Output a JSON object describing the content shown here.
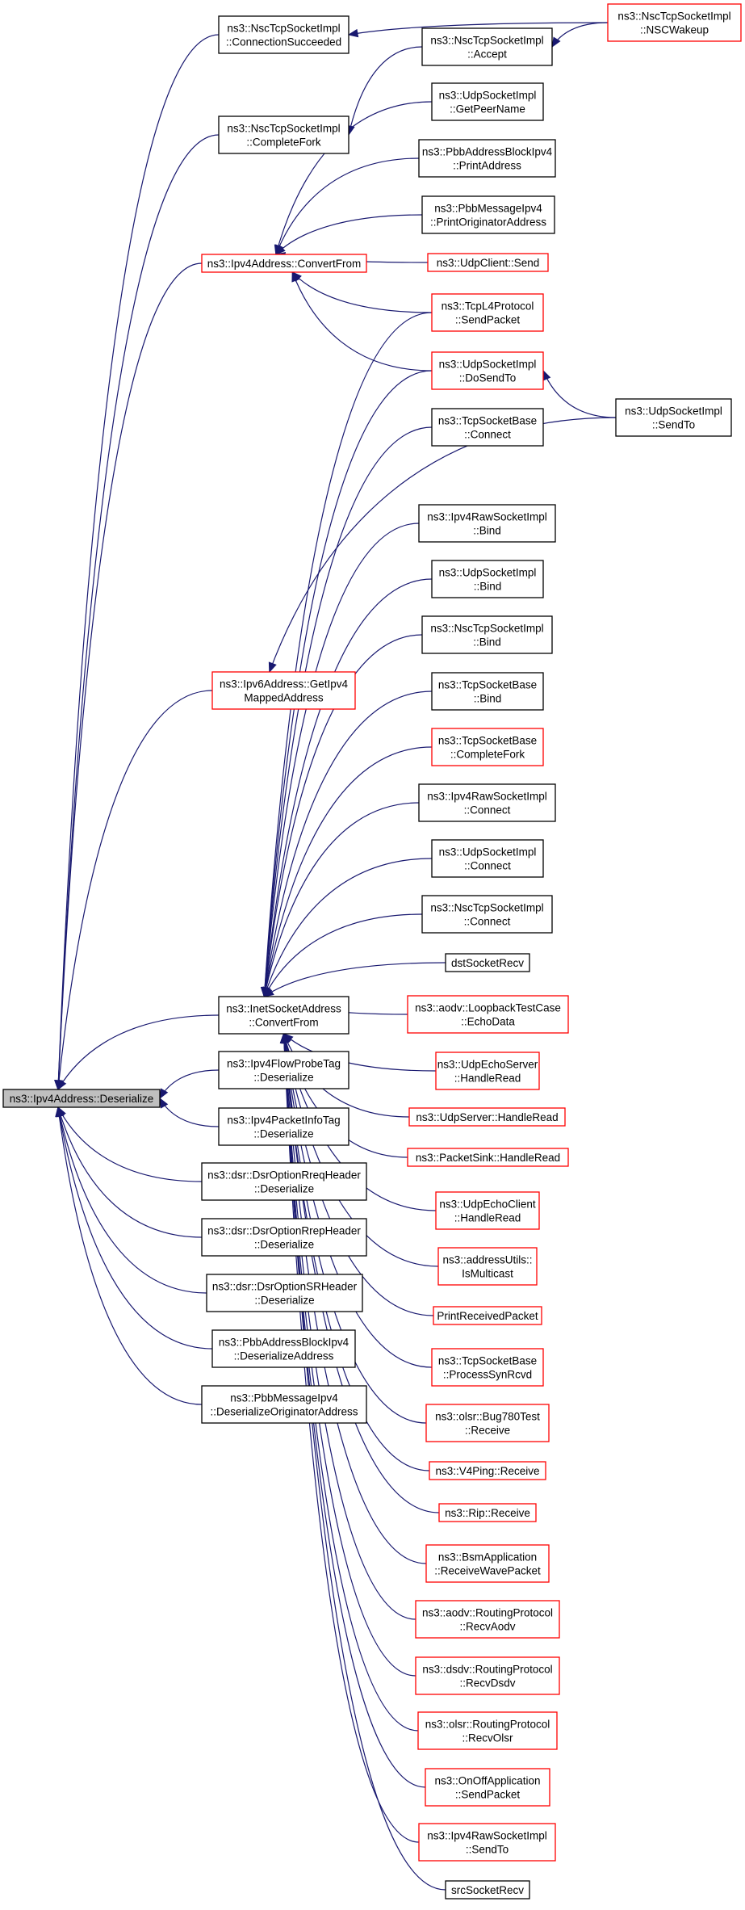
{
  "colors": {
    "edge": "#191970",
    "border_default": "#000000",
    "border_highlight": "#ff0000",
    "root_fill": "#bfbfbf",
    "node_fill": "#ffffff"
  },
  "nodes": [
    {
      "id": "root",
      "lines": [
        "ns3::Ipv4Address::Deserialize"
      ],
      "style": "root"
    },
    {
      "id": "nscConnSucc",
      "lines": [
        "ns3::NscTcpSocketImpl",
        "::ConnectionSucceeded"
      ],
      "style": "default"
    },
    {
      "id": "nscCompleteFork",
      "lines": [
        "ns3::NscTcpSocketImpl",
        "::CompleteFork"
      ],
      "style": "default"
    },
    {
      "id": "ipv4ConvertFrom",
      "lines": [
        "ns3::Ipv4Address::ConvertFrom"
      ],
      "style": "red"
    },
    {
      "id": "ipv6GetIpv4",
      "lines": [
        "ns3::Ipv6Address::GetIpv4",
        "MappedAddress"
      ],
      "style": "red"
    },
    {
      "id": "inetConvertFrom",
      "lines": [
        "ns3::InetSocketAddress",
        "::ConvertFrom"
      ],
      "style": "default"
    },
    {
      "id": "flowProbe",
      "lines": [
        "ns3::Ipv4FlowProbeTag",
        "::Deserialize"
      ],
      "style": "default"
    },
    {
      "id": "pktInfoTag",
      "lines": [
        "ns3::Ipv4PacketInfoTag",
        "::Deserialize"
      ],
      "style": "default"
    },
    {
      "id": "dsrRreq",
      "lines": [
        "ns3::dsr::DsrOptionRreqHeader",
        "::Deserialize"
      ],
      "style": "default"
    },
    {
      "id": "dsrRrep",
      "lines": [
        "ns3::dsr::DsrOptionRrepHeader",
        "::Deserialize"
      ],
      "style": "default"
    },
    {
      "id": "dsrSR",
      "lines": [
        "ns3::dsr::DsrOptionSRHeader",
        "::Deserialize"
      ],
      "style": "default"
    },
    {
      "id": "pbbAddrBlock",
      "lines": [
        "ns3::PbbAddressBlockIpv4",
        "::DeserializeAddress"
      ],
      "style": "default"
    },
    {
      "id": "pbbMsgIpv4",
      "lines": [
        "ns3::PbbMessageIpv4",
        "::DeserializeOriginatorAddress"
      ],
      "style": "default"
    },
    {
      "id": "nscAccept",
      "lines": [
        "ns3::NscTcpSocketImpl",
        "::Accept"
      ],
      "style": "default"
    },
    {
      "id": "udpGetPeer",
      "lines": [
        "ns3::UdpSocketImpl",
        "::GetPeerName"
      ],
      "style": "default"
    },
    {
      "id": "pbbPrintAddr",
      "lines": [
        "ns3::PbbAddressBlockIpv4",
        "::PrintAddress"
      ],
      "style": "default"
    },
    {
      "id": "pbbPrintOrig",
      "lines": [
        "ns3::PbbMessageIpv4",
        "::PrintOriginatorAddress"
      ],
      "style": "default"
    },
    {
      "id": "udpClientSend",
      "lines": [
        "ns3::UdpClient::Send"
      ],
      "style": "red"
    },
    {
      "id": "tcpL4Send",
      "lines": [
        "ns3::TcpL4Protocol",
        "::SendPacket"
      ],
      "style": "red"
    },
    {
      "id": "udpDoSendTo",
      "lines": [
        "ns3::UdpSocketImpl",
        "::DoSendTo"
      ],
      "style": "red"
    },
    {
      "id": "tcpBaseConnect",
      "lines": [
        "ns3::TcpSocketBase",
        "::Connect"
      ],
      "style": "default"
    },
    {
      "id": "ipv4RawBind",
      "lines": [
        "ns3::Ipv4RawSocketImpl",
        "::Bind"
      ],
      "style": "default"
    },
    {
      "id": "udpBind",
      "lines": [
        "ns3::UdpSocketImpl",
        "::Bind"
      ],
      "style": "default"
    },
    {
      "id": "nscBind",
      "lines": [
        "ns3::NscTcpSocketImpl",
        "::Bind"
      ],
      "style": "default"
    },
    {
      "id": "tcpBaseBind",
      "lines": [
        "ns3::TcpSocketBase",
        "::Bind"
      ],
      "style": "default"
    },
    {
      "id": "tcpBaseCompleteFork",
      "lines": [
        "ns3::TcpSocketBase",
        "::CompleteFork"
      ],
      "style": "red"
    },
    {
      "id": "ipv4RawConnect",
      "lines": [
        "ns3::Ipv4RawSocketImpl",
        "::Connect"
      ],
      "style": "default"
    },
    {
      "id": "udpConnect",
      "lines": [
        "ns3::UdpSocketImpl",
        "::Connect"
      ],
      "style": "default"
    },
    {
      "id": "nscConnect",
      "lines": [
        "ns3::NscTcpSocketImpl",
        "::Connect"
      ],
      "style": "default"
    },
    {
      "id": "dstSocketRecv",
      "lines": [
        "dstSocketRecv"
      ],
      "style": "default"
    },
    {
      "id": "aodvEcho",
      "lines": [
        "ns3::aodv::LoopbackTestCase",
        "::EchoData"
      ],
      "style": "red"
    },
    {
      "id": "udpEchoServer",
      "lines": [
        "ns3::UdpEchoServer",
        "::HandleRead"
      ],
      "style": "red"
    },
    {
      "id": "udpServerHR",
      "lines": [
        "ns3::UdpServer::HandleRead"
      ],
      "style": "red"
    },
    {
      "id": "pktSinkHR",
      "lines": [
        "ns3::PacketSink::HandleRead"
      ],
      "style": "red"
    },
    {
      "id": "udpEchoClient",
      "lines": [
        "ns3::UdpEchoClient",
        "::HandleRead"
      ],
      "style": "red"
    },
    {
      "id": "addrUtils",
      "lines": [
        "ns3::addressUtils::",
        "IsMulticast"
      ],
      "style": "red"
    },
    {
      "id": "printRecv",
      "lines": [
        "PrintReceivedPacket"
      ],
      "style": "red"
    },
    {
      "id": "tcpBaseSynRcvd",
      "lines": [
        "ns3::TcpSocketBase",
        "::ProcessSynRcvd"
      ],
      "style": "red"
    },
    {
      "id": "olsrBug",
      "lines": [
        "ns3::olsr::Bug780Test",
        "::Receive"
      ],
      "style": "red"
    },
    {
      "id": "v4Ping",
      "lines": [
        "ns3::V4Ping::Receive"
      ],
      "style": "red"
    },
    {
      "id": "ripRecv",
      "lines": [
        "ns3::Rip::Receive"
      ],
      "style": "red"
    },
    {
      "id": "bsmApp",
      "lines": [
        "ns3::BsmApplication",
        "::ReceiveWavePacket"
      ],
      "style": "red"
    },
    {
      "id": "aodvRecv",
      "lines": [
        "ns3::aodv::RoutingProtocol",
        "::RecvAodv"
      ],
      "style": "red"
    },
    {
      "id": "dsdvRecv",
      "lines": [
        "ns3::dsdv::RoutingProtocol",
        "::RecvDsdv"
      ],
      "style": "red"
    },
    {
      "id": "olsrRecv",
      "lines": [
        "ns3::olsr::RoutingProtocol",
        "::RecvOlsr"
      ],
      "style": "red"
    },
    {
      "id": "onOffSend",
      "lines": [
        "ns3::OnOffApplication",
        "::SendPacket"
      ],
      "style": "red"
    },
    {
      "id": "ipv4RawSendTo",
      "lines": [
        "ns3::Ipv4RawSocketImpl",
        "::SendTo"
      ],
      "style": "red"
    },
    {
      "id": "srcSocketRecv",
      "lines": [
        "srcSocketRecv"
      ],
      "style": "default"
    },
    {
      "id": "nscWakeup",
      "lines": [
        "ns3::NscTcpSocketImpl",
        "::NSCWakeup"
      ],
      "style": "red"
    },
    {
      "id": "udpSendTo",
      "lines": [
        "ns3::UdpSocketImpl",
        "::SendTo"
      ],
      "style": "default"
    }
  ],
  "edges": [
    {
      "from": "nscConnSucc",
      "to": "root"
    },
    {
      "from": "nscCompleteFork",
      "to": "root"
    },
    {
      "from": "ipv4ConvertFrom",
      "to": "root"
    },
    {
      "from": "ipv6GetIpv4",
      "to": "root"
    },
    {
      "from": "inetConvertFrom",
      "to": "root"
    },
    {
      "from": "flowProbe",
      "to": "root"
    },
    {
      "from": "pktInfoTag",
      "to": "root"
    },
    {
      "from": "dsrRreq",
      "to": "root"
    },
    {
      "from": "dsrRrep",
      "to": "root"
    },
    {
      "from": "dsrSR",
      "to": "root"
    },
    {
      "from": "pbbAddrBlock",
      "to": "root"
    },
    {
      "from": "pbbMsgIpv4",
      "to": "root"
    },
    {
      "from": "nscWakeup",
      "to": "nscConnSucc"
    },
    {
      "from": "nscAccept",
      "to": "nscCompleteFork"
    },
    {
      "from": "nscWakeup",
      "to": "nscAccept"
    },
    {
      "from": "udpGetPeer",
      "to": "ipv4ConvertFrom"
    },
    {
      "from": "pbbPrintAddr",
      "to": "ipv4ConvertFrom"
    },
    {
      "from": "pbbPrintOrig",
      "to": "ipv4ConvertFrom"
    },
    {
      "from": "udpClientSend",
      "to": "ipv4ConvertFrom"
    },
    {
      "from": "tcpL4Send",
      "to": "ipv4ConvertFrom"
    },
    {
      "from": "udpDoSendTo",
      "to": "ipv4ConvertFrom"
    },
    {
      "from": "udpSendTo",
      "to": "udpDoSendTo"
    },
    {
      "from": "udpSendTo",
      "to": "ipv6GetIpv4"
    },
    {
      "from": "tcpL4Send",
      "to": "inetConvertFrom"
    },
    {
      "from": "udpDoSendTo",
      "to": "inetConvertFrom"
    },
    {
      "from": "tcpBaseConnect",
      "to": "inetConvertFrom"
    },
    {
      "from": "ipv4RawBind",
      "to": "inetConvertFrom"
    },
    {
      "from": "udpBind",
      "to": "inetConvertFrom"
    },
    {
      "from": "nscBind",
      "to": "inetConvertFrom"
    },
    {
      "from": "tcpBaseBind",
      "to": "inetConvertFrom"
    },
    {
      "from": "tcpBaseCompleteFork",
      "to": "inetConvertFrom"
    },
    {
      "from": "ipv4RawConnect",
      "to": "inetConvertFrom"
    },
    {
      "from": "udpConnect",
      "to": "inetConvertFrom"
    },
    {
      "from": "nscConnect",
      "to": "inetConvertFrom"
    },
    {
      "from": "dstSocketRecv",
      "to": "inetConvertFrom"
    },
    {
      "from": "aodvEcho",
      "to": "inetConvertFrom"
    },
    {
      "from": "udpEchoServer",
      "to": "inetConvertFrom"
    },
    {
      "from": "udpServerHR",
      "to": "inetConvertFrom"
    },
    {
      "from": "pktSinkHR",
      "to": "inetConvertFrom"
    },
    {
      "from": "udpEchoClient",
      "to": "inetConvertFrom"
    },
    {
      "from": "addrUtils",
      "to": "inetConvertFrom"
    },
    {
      "from": "printRecv",
      "to": "inetConvertFrom"
    },
    {
      "from": "tcpBaseSynRcvd",
      "to": "inetConvertFrom"
    },
    {
      "from": "olsrBug",
      "to": "inetConvertFrom"
    },
    {
      "from": "v4Ping",
      "to": "inetConvertFrom"
    },
    {
      "from": "ripRecv",
      "to": "inetConvertFrom"
    },
    {
      "from": "bsmApp",
      "to": "inetConvertFrom"
    },
    {
      "from": "aodvRecv",
      "to": "inetConvertFrom"
    },
    {
      "from": "dsdvRecv",
      "to": "inetConvertFrom"
    },
    {
      "from": "olsrRecv",
      "to": "inetConvertFrom"
    },
    {
      "from": "onOffSend",
      "to": "inetConvertFrom"
    },
    {
      "from": "ipv4RawSendTo",
      "to": "inetConvertFrom"
    },
    {
      "from": "srcSocketRecv",
      "to": "inetConvertFrom"
    }
  ]
}
